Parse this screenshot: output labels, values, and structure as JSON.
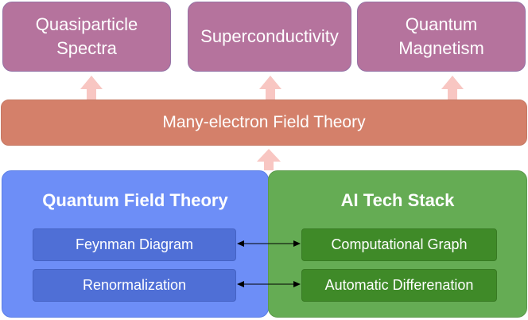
{
  "top_boxes": [
    {
      "label": "Quasiparticle\nSpectra"
    },
    {
      "label": "Superconductivity"
    },
    {
      "label": "Quantum\nMagnetism"
    }
  ],
  "band": {
    "label": "Many-electron Field Theory"
  },
  "left_panel": {
    "title": "Quantum Field Theory",
    "items": [
      "Feynman Diagram",
      "Renormalization"
    ]
  },
  "right_panel": {
    "title": "AI Tech Stack",
    "items": [
      "Computational Graph",
      "Automatic Differenation"
    ]
  },
  "colors": {
    "top_box": "#b5739d",
    "band": "#d4806a",
    "arrow": "#f8c6c2",
    "left_panel": "#6d8ef7",
    "left_item": "#4f6fd6",
    "right_panel": "#65ac54",
    "right_item": "#3f8a28"
  }
}
